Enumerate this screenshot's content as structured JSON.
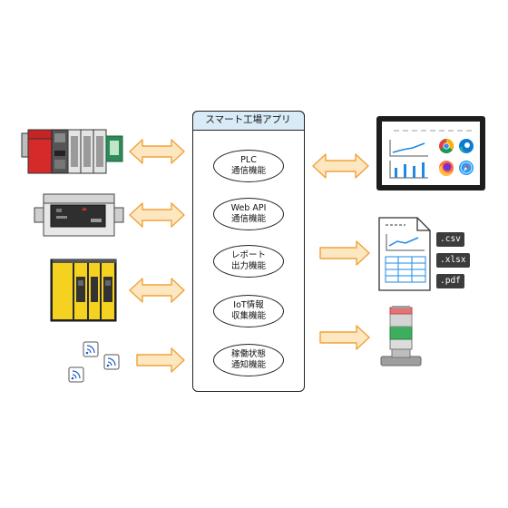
{
  "app": {
    "title": "スマート工場アプリ"
  },
  "functions": [
    {
      "line1": "PLC",
      "line2": "通信機能"
    },
    {
      "line1": "Web API",
      "line2": "通信機能"
    },
    {
      "line1": "レポート",
      "line2": "出力機能"
    },
    {
      "line1": "IoT情報",
      "line2": "収集機能"
    },
    {
      "line1": "稼働状態",
      "line2": "通知機能"
    }
  ],
  "outputs": {
    "formats": [
      ".csv",
      ".xlsx",
      ".pdf"
    ]
  },
  "colors": {
    "arrow_fill": "#fde7c0",
    "arrow_stroke": "#f0a23a",
    "panel_header": "#d8ebf6"
  },
  "icons": [
    "plc-rack-icon",
    "plc-compact-icon",
    "safety-plc-icon",
    "wireless-sensor-icon",
    "dashboard-monitor-icon",
    "report-document-icon",
    "signal-tower-icon",
    "chrome-icon",
    "edge-icon",
    "firefox-icon",
    "safari-icon"
  ]
}
